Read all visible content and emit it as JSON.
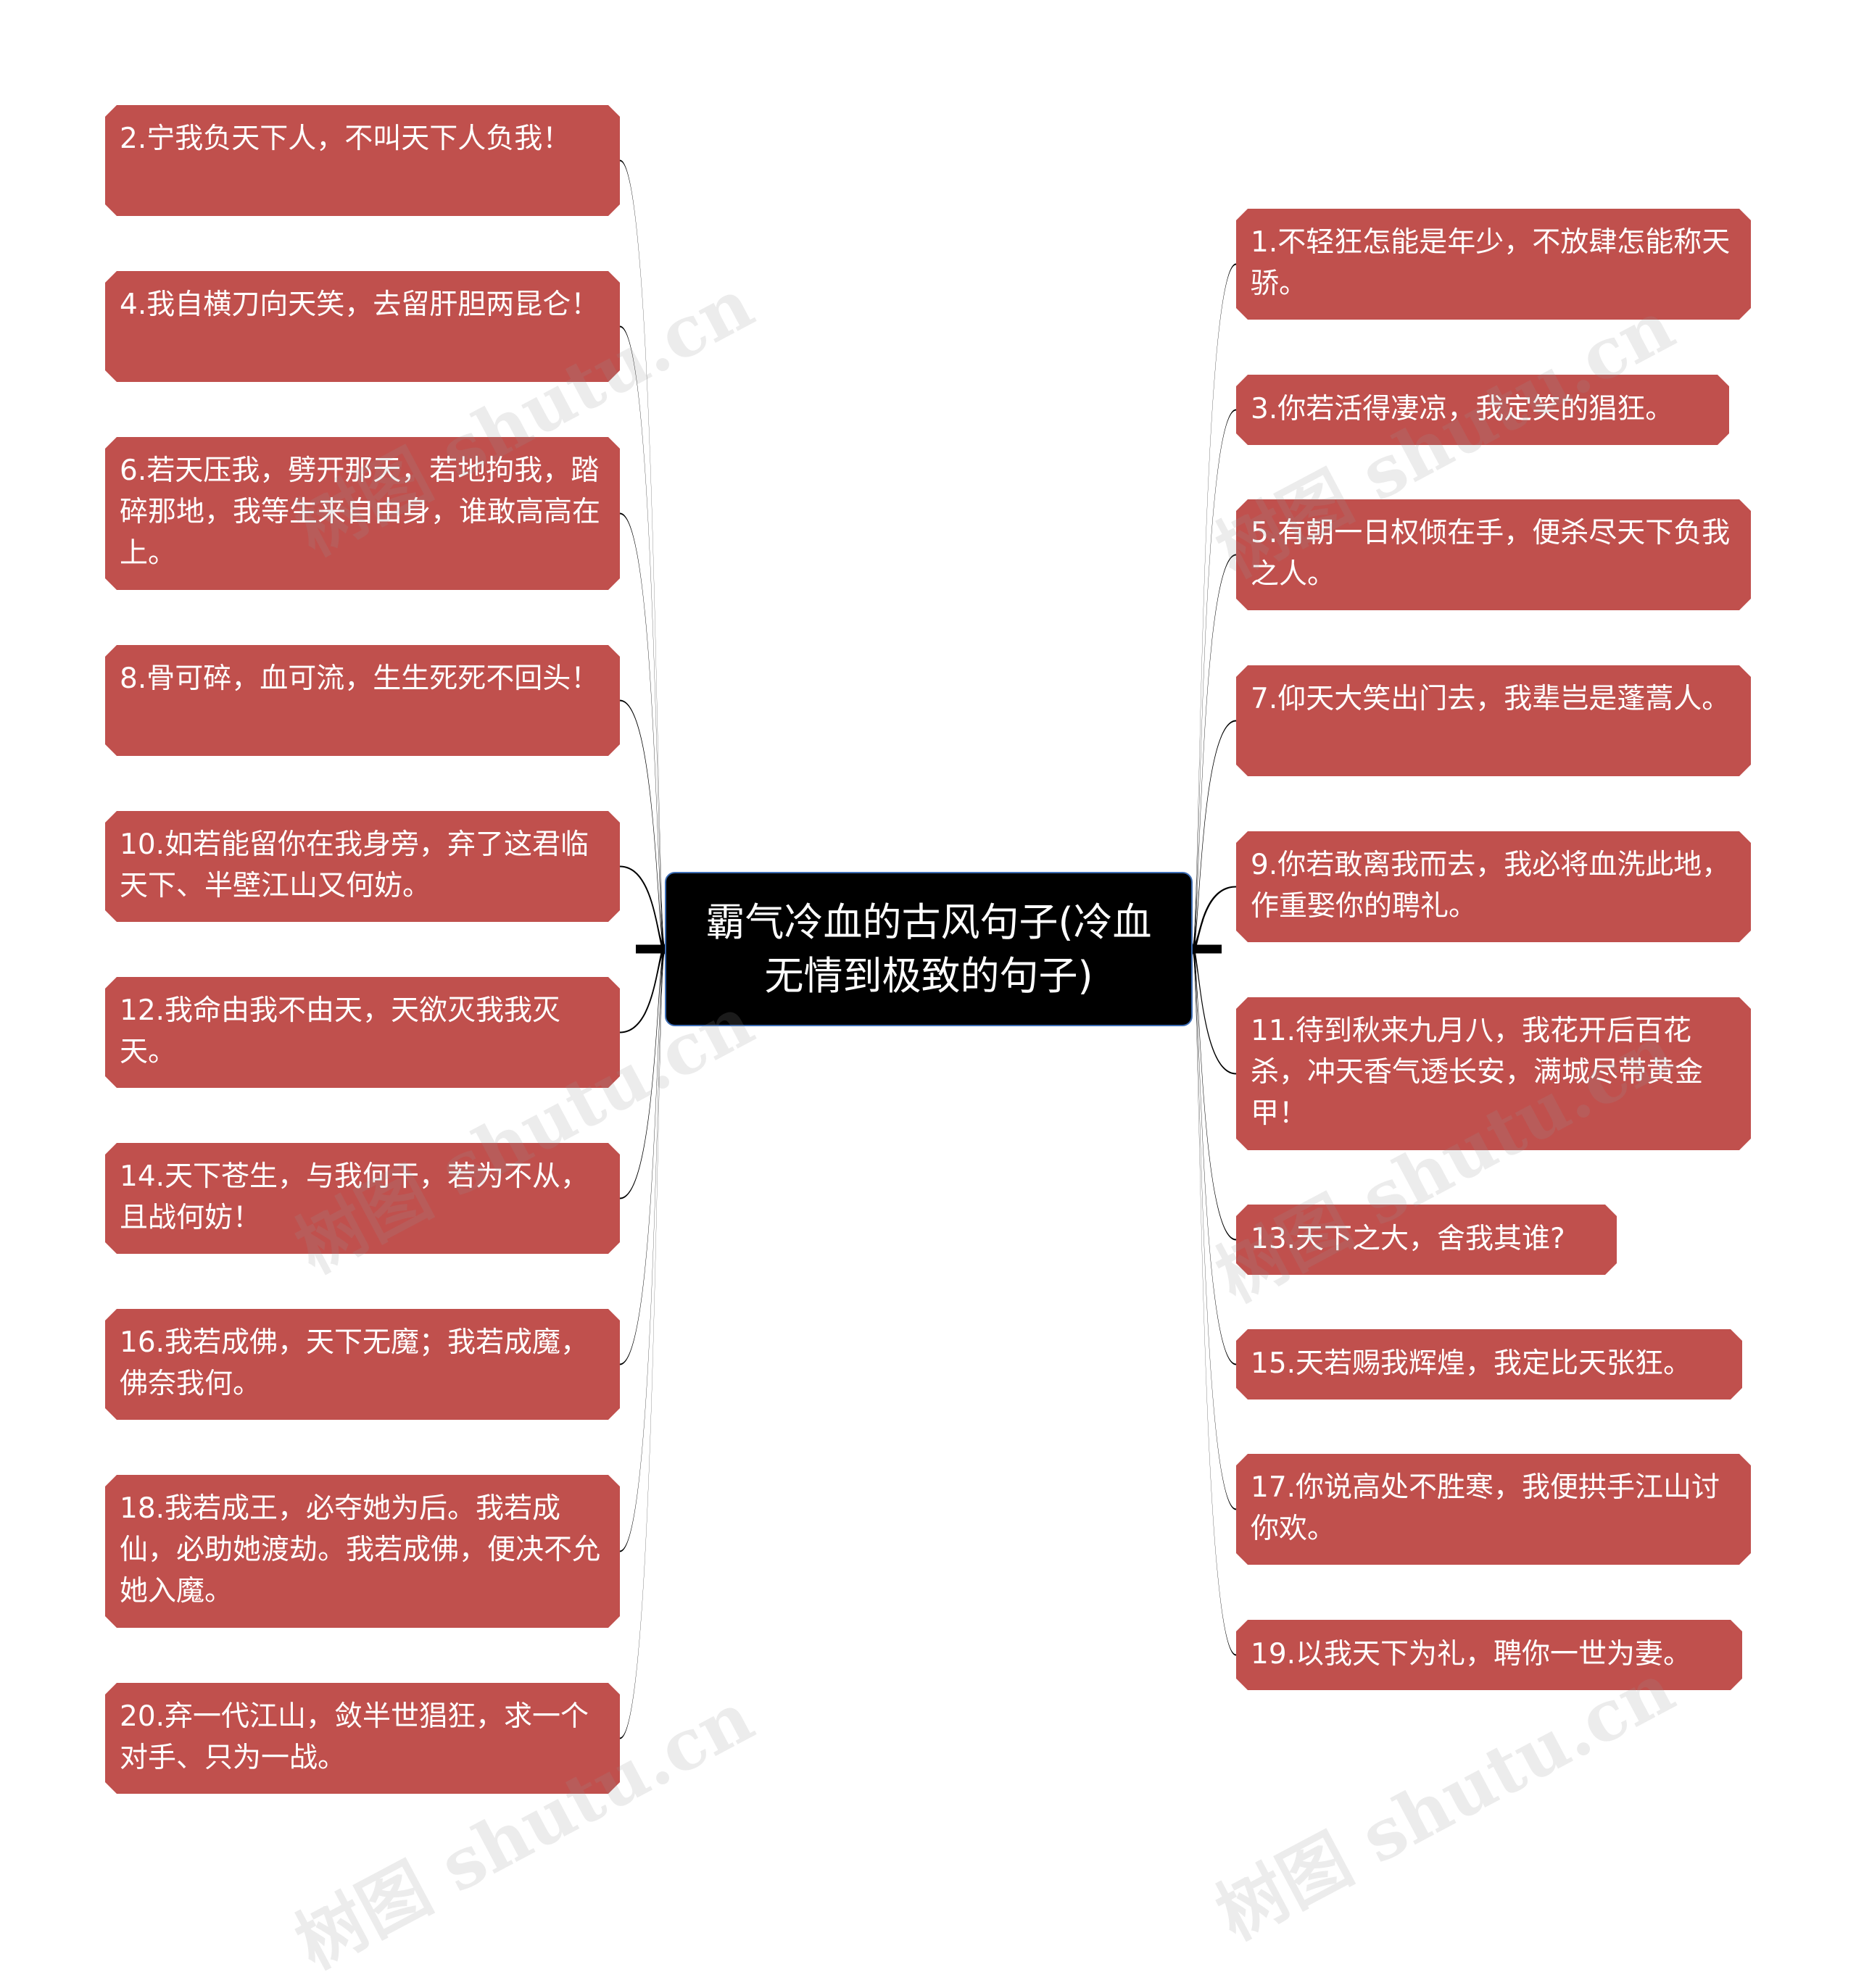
{
  "center": {
    "title": "霸气冷血的古风句子(冷血无情到极致的句子)"
  },
  "left_items": [
    "2.宁我负天下人，不叫天下人负我！",
    "4.我自横刀向天笑，去留肝胆两昆仑！",
    "6.若天压我，劈开那天，若地拘我，踏碎那地，我等生来自由身，谁敢高高在上。",
    "8.骨可碎，血可流，生生死死不回头！",
    "10.如若能留你在我身旁，弃了这君临天下、半壁江山又何妨。",
    "12.我命由我不由天，天欲灭我我灭天。",
    "14.天下苍生，与我何干，若为不从，且战何妨！",
    "16.我若成佛，天下无魔；我若成魔，佛奈我何。",
    "18.我若成王，必夺她为后。我若成仙，必助她渡劫。我若成佛，便决不允她入魔。",
    "20.弃一代江山，敛半世猖狂，求一个对手、只为一战。"
  ],
  "right_items": [
    "1.不轻狂怎能是年少，不放肆怎能称天骄。",
    "3.你若活得凄凉，我定笑的猖狂。",
    "5.有朝一日权倾在手，便杀尽天下负我之人。",
    "7.仰天大笑出门去，我辈岂是蓬蒿人。",
    "9.你若敢离我而去，我必将血洗此地，作重娶你的聘礼。",
    "11.待到秋来九月八，我花开后百花杀，冲天香气透长安，满城尽带黄金甲！",
    "13.天下之大，舍我其谁?",
    "15.天若赐我辉煌，我定比天张狂。",
    "17.你说高处不胜寒，我便拱手江山讨你欢。",
    "19.以我天下为礼，聘你一世为妻。"
  ],
  "watermark": "树图 shutu.cn",
  "colors": {
    "node_fill": "#c0504d",
    "center_fill": "#000000",
    "center_border": "#3d6db5",
    "line": "#000000"
  }
}
